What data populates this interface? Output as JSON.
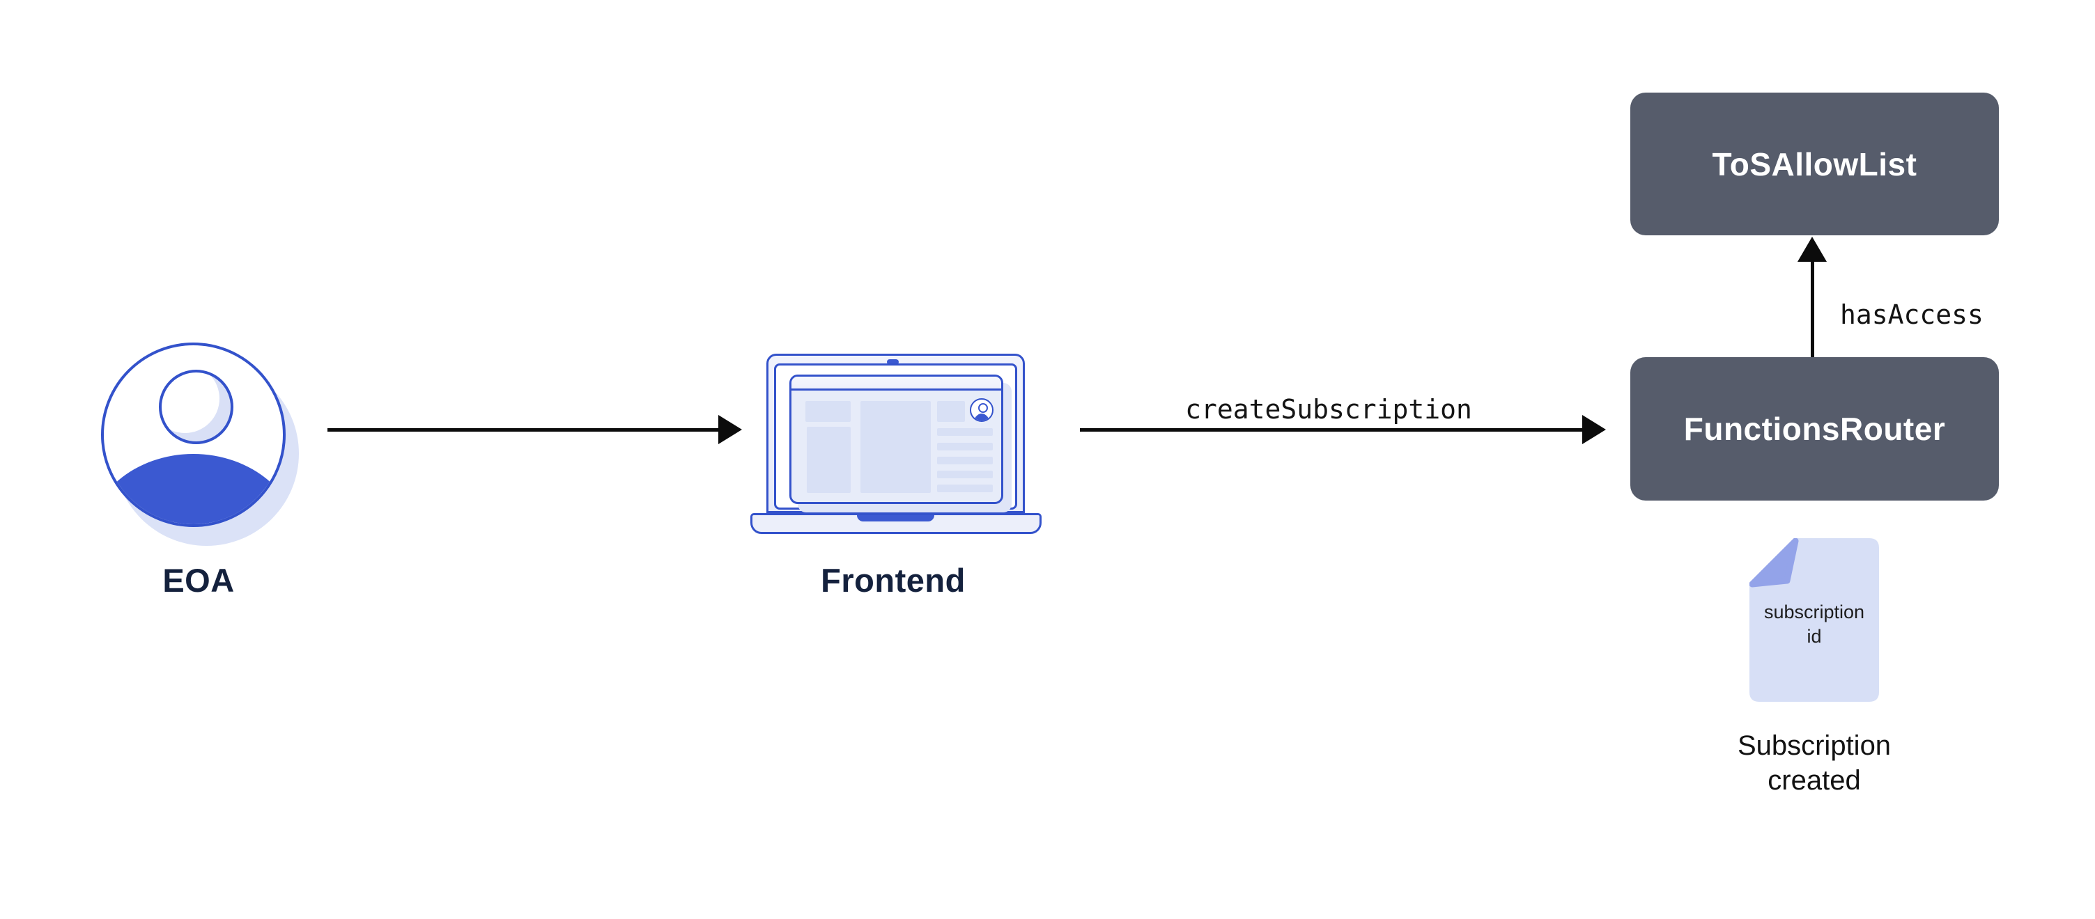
{
  "diagram": {
    "background": "#ffffff",
    "colors": {
      "outline_blue": "#3352cb",
      "fill_blue": "#3b59d1",
      "panel_lavender": "#e7ecf9",
      "block_lavender": "#d8e0f5",
      "shadow_lavender": "#dbe2f7",
      "doc_fill": "#d7dff6",
      "doc_fold": "#93a3e9",
      "box_dark": "#565c6b",
      "label_navy": "#14213d",
      "arrow_black": "#0c0c0c"
    },
    "nodes": {
      "eoa": {
        "label": "EOA"
      },
      "frontend": {
        "label": "Frontend"
      },
      "tos_allow_list": {
        "label": "ToSAllowList"
      },
      "functions_router": {
        "label": "FunctionsRouter"
      },
      "subscription_doc": {
        "doc_text": "subscription\nid",
        "caption": "Subscription\ncreated"
      }
    },
    "edges": {
      "eoa_to_frontend": {
        "label": ""
      },
      "frontend_to_router": {
        "label": "createSubscription"
      },
      "router_to_tos": {
        "label": "hasAccess"
      }
    }
  }
}
